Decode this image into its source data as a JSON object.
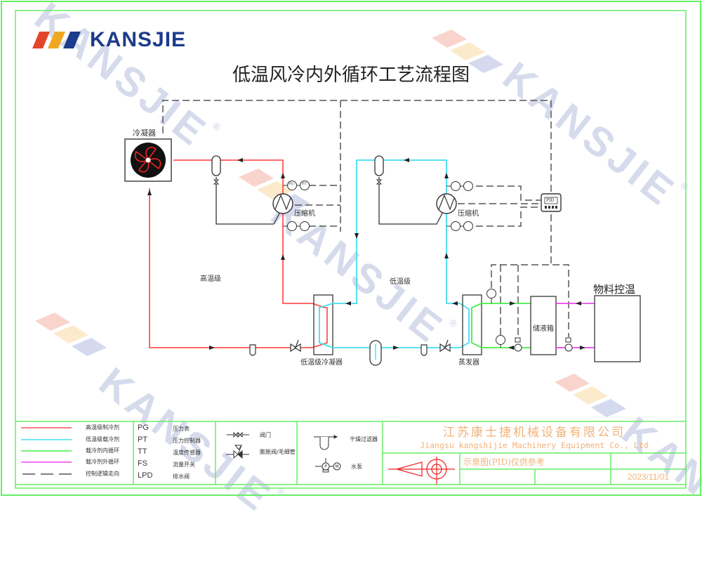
{
  "logo": {
    "text": "KANSJIE"
  },
  "watermark": {
    "text": "KANSJIE",
    "registered": "®"
  },
  "title": "低温风冷内外循环工艺流程图",
  "colors": {
    "frame": "#66ee66",
    "high_temp_refrigerant": "#ff5555",
    "low_temp_refrigerant": "#44ddee",
    "inner_loop": "#44ee44",
    "outer_loop": "#ee44ee",
    "control": "#555555",
    "company": "#f2b27a",
    "logo_blue": "#1d3b8c"
  },
  "diagram": {
    "condenser_label": "冷凝器",
    "compressor_label_high": "压缩机",
    "compressor_label_low": "压缩机",
    "high_stage_label": "高温级",
    "low_stage_label": "低温级",
    "cascade_condenser_label": "低温级冷凝器",
    "evaporator_label": "蒸发器",
    "tank_label": "储液箱",
    "process_label": "物料控温",
    "pid_label": "PID",
    "gauge_pg": "PG",
    "gauge_pt": "PT"
  },
  "legend": {
    "lines": [
      {
        "label": "高温级制冷剂",
        "style": "high"
      },
      {
        "label": "低温级载冷剂",
        "style": "low"
      },
      {
        "label": "载冷剂内循环",
        "style": "inner"
      },
      {
        "label": "载冷剂外循环",
        "style": "outer"
      },
      {
        "label": "控制逻辑走向",
        "style": "control"
      }
    ],
    "abbreviations": [
      {
        "code": "PG",
        "meaning": "压力表"
      },
      {
        "code": "PT",
        "meaning": "压力控制器"
      },
      {
        "code": "TT",
        "meaning": "温度传感器"
      },
      {
        "code": "FS",
        "meaning": "流量开关"
      },
      {
        "code": "LPD",
        "meaning": "排水阀"
      }
    ],
    "symbols_a": [
      {
        "icon": "valve-icon",
        "label": "阀门"
      },
      {
        "icon": "expansion-valve-icon",
        "label": "膨胀阀/毛细管"
      }
    ],
    "symbols_b": [
      {
        "icon": "filter-drier-icon",
        "label": "干燥过滤器"
      },
      {
        "icon": "water-pump-icon",
        "label": "水泵"
      }
    ]
  },
  "title_block": {
    "company_cn": "江苏康士捷机械设备有限公司",
    "company_en": "Jiangsu kangshijie Machinery Equipment Co., Ltd",
    "note": "示意图(PID)仅供参考",
    "date": "2023/11/01"
  }
}
